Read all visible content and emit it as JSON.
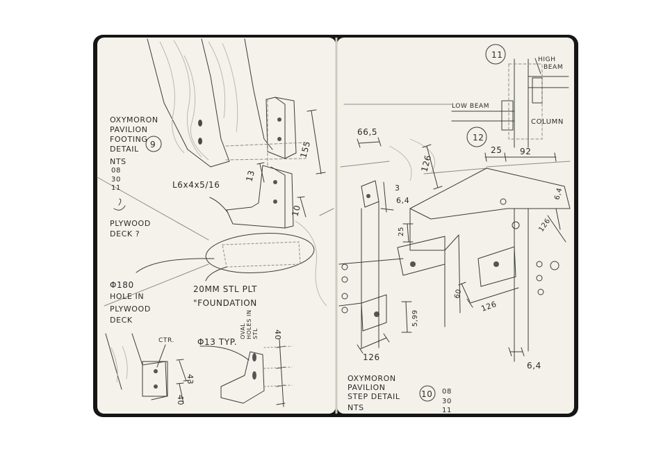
{
  "left_page": {
    "detail_title_lines": [
      "OXYMORON",
      "PAVILION",
      "FOOTING",
      "DETAIL"
    ],
    "detail_number": "9",
    "scale_note": "NTS",
    "date": {
      "month": "08",
      "day": "30",
      "year": "11"
    },
    "angle_callout": "L6x4x5/16",
    "deck_note_lines": [
      "PLYWOOD",
      "DECK ?"
    ],
    "hole_note_lines": [
      "Φ180",
      "HOLE IN",
      "PLYWOOD",
      "DECK"
    ],
    "plate_note_lines": [
      "20MM STL PLT",
      "\"FOUNDATION"
    ],
    "bolt_note": "Φ13 TYP.",
    "oval_note_lines": [
      "OVAL",
      "HOLES IN",
      "STL"
    ],
    "ctr_note": "CTR.",
    "dimensions": [
      "155",
      "13",
      "10",
      "40",
      "43",
      "40"
    ]
  },
  "right_page": {
    "detail_title_lines": [
      "OXYMORON",
      "PAVILION",
      "STEP DETAIL"
    ],
    "detail_number": "10",
    "scale_note": "NTS",
    "date": {
      "month": "08",
      "day": "30",
      "year": "11"
    },
    "callout_11": "11",
    "callout_12": "12",
    "high_beam_lines": [
      "HIGH",
      "BEAM"
    ],
    "low_beam": "LOW BEAM",
    "column": "COLUMN",
    "dimensions": [
      "66,5",
      "126",
      "3",
      "6,4",
      "25",
      "92",
      "6,4",
      "126",
      "25",
      "5,99",
      "60",
      "126",
      "126",
      "6,4"
    ]
  }
}
